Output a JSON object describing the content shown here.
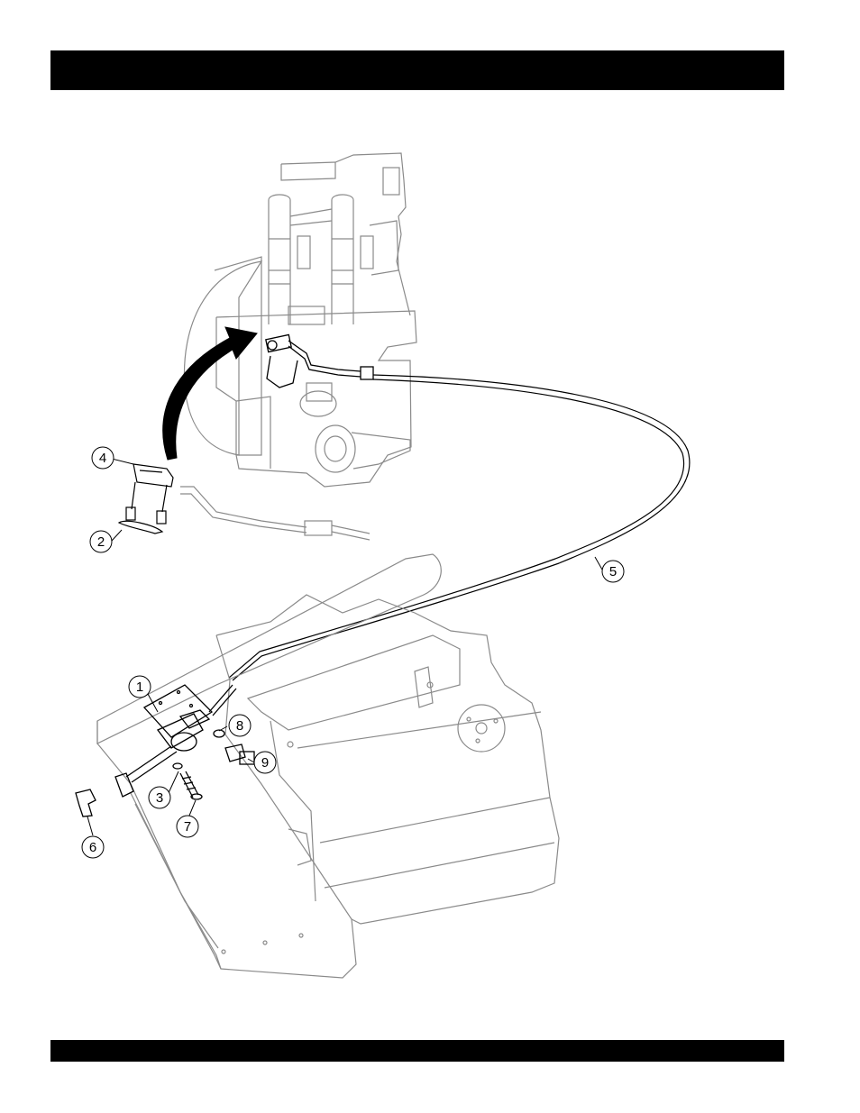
{
  "header": {
    "title": ""
  },
  "footer": {
    "text": ""
  },
  "diagram": {
    "callouts": {
      "c1": "1",
      "c2": "2",
      "c3": "3",
      "c4": "4",
      "c5": "5",
      "c6": "6",
      "c7": "7",
      "c8": "8",
      "c9": "9"
    }
  },
  "colors": {
    "band": "#000000",
    "line_light": "#8a8a8a",
    "line_dark": "#000000",
    "arrow": "#000000"
  }
}
